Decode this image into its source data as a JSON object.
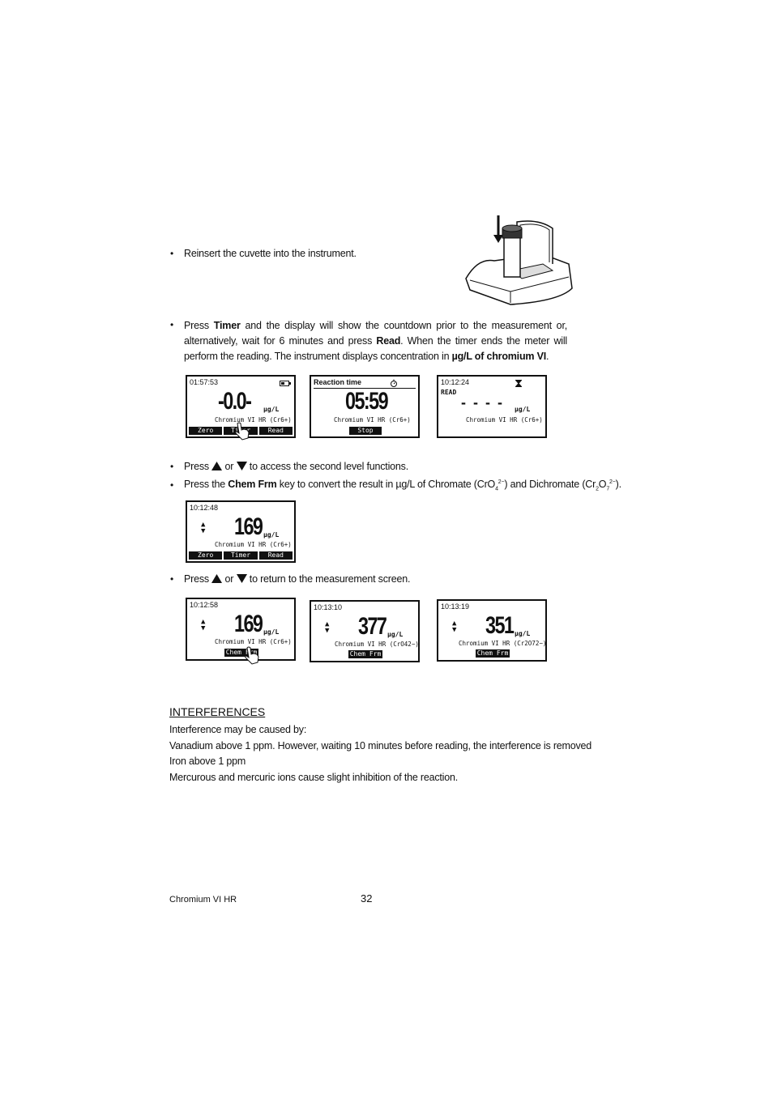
{
  "step1": {
    "bullet": "•",
    "text": "Reinsert the cuvette into the instrument."
  },
  "step2": {
    "bullet": "•",
    "t1": "Press ",
    "timer": "Timer",
    "t2": " and the display will show the countdown prior to the measurement or, alternatively, wait for 6 minutes and press ",
    "read": "Read",
    "t3": ". When the timer ends the meter will perform the reading. The instrument displays concentration in ",
    "unit_bold": "µg/L of chromium VI",
    "t4": "."
  },
  "screens_row1": [
    {
      "time": "01:57:53",
      "value": "-0.0-",
      "unit": "µg/L",
      "chem": "Chromium VI HR (Cr6+)",
      "softkeys": [
        "Zero",
        "Timer",
        "Read"
      ]
    },
    {
      "header": "Reaction time",
      "value": "05:59",
      "chem": "Chromium VI HR (Cr6+)",
      "softkey": "Stop"
    },
    {
      "time": "10:12:24",
      "status": "READ",
      "value": "- - - -",
      "unit": "µg/L",
      "chem": "Chromium VI HR (Cr6+)"
    }
  ],
  "step3": {
    "bullet": "•",
    "t1": "Press",
    "or": "or",
    "t2": "to access the second level functions."
  },
  "step4": {
    "bullet": "•",
    "t1": "Press the ",
    "key": "Chem Frm",
    "t2": " key to convert the result in µg/L of Chromate (CrO",
    "sub1": "4",
    "sup1": "2−",
    "t3": ") and Dichromate (Cr",
    "sub2": "2",
    "t4": "O",
    "sub3": "7",
    "sup2": "2−",
    "t5": ")."
  },
  "screen_mid": {
    "time": "10:12:48",
    "value": "169",
    "unit": "µg/L",
    "chem": "Chromium VI HR (Cr6+)",
    "softkeys": [
      "Zero",
      "Timer",
      "Read"
    ]
  },
  "step5": {
    "bullet": "•",
    "t1": "Press",
    "or": "or",
    "t2": "to return to the measurement screen."
  },
  "screens_row3": [
    {
      "time": "10:12:58",
      "value": "169",
      "unit": "µg/L",
      "chem": "Chromium VI HR (Cr6+)",
      "softkey": "Chem Frm"
    },
    {
      "time": "10:13:10",
      "value": "377",
      "unit": "µg/L",
      "chem": "Chromium VI HR (CrO42−)",
      "softkey": "Chem Frm"
    },
    {
      "time": "10:13:19",
      "value": "351",
      "unit": "µg/L",
      "chem": "Chromium VI HR (Cr2O72−)",
      "softkey": "Chem Frm"
    }
  ],
  "interferences": {
    "heading": "INTERFERENCES",
    "lines": [
      "Interference may be caused by:",
      "Vanadium above 1 ppm. However, waiting 10 minutes before reading, the interference is removed",
      "Iron above 1 ppm",
      "Mercurous and mercuric ions cause slight inhibition of the reaction."
    ]
  },
  "footer": {
    "left": "Chromium VI HR",
    "page": "32"
  }
}
